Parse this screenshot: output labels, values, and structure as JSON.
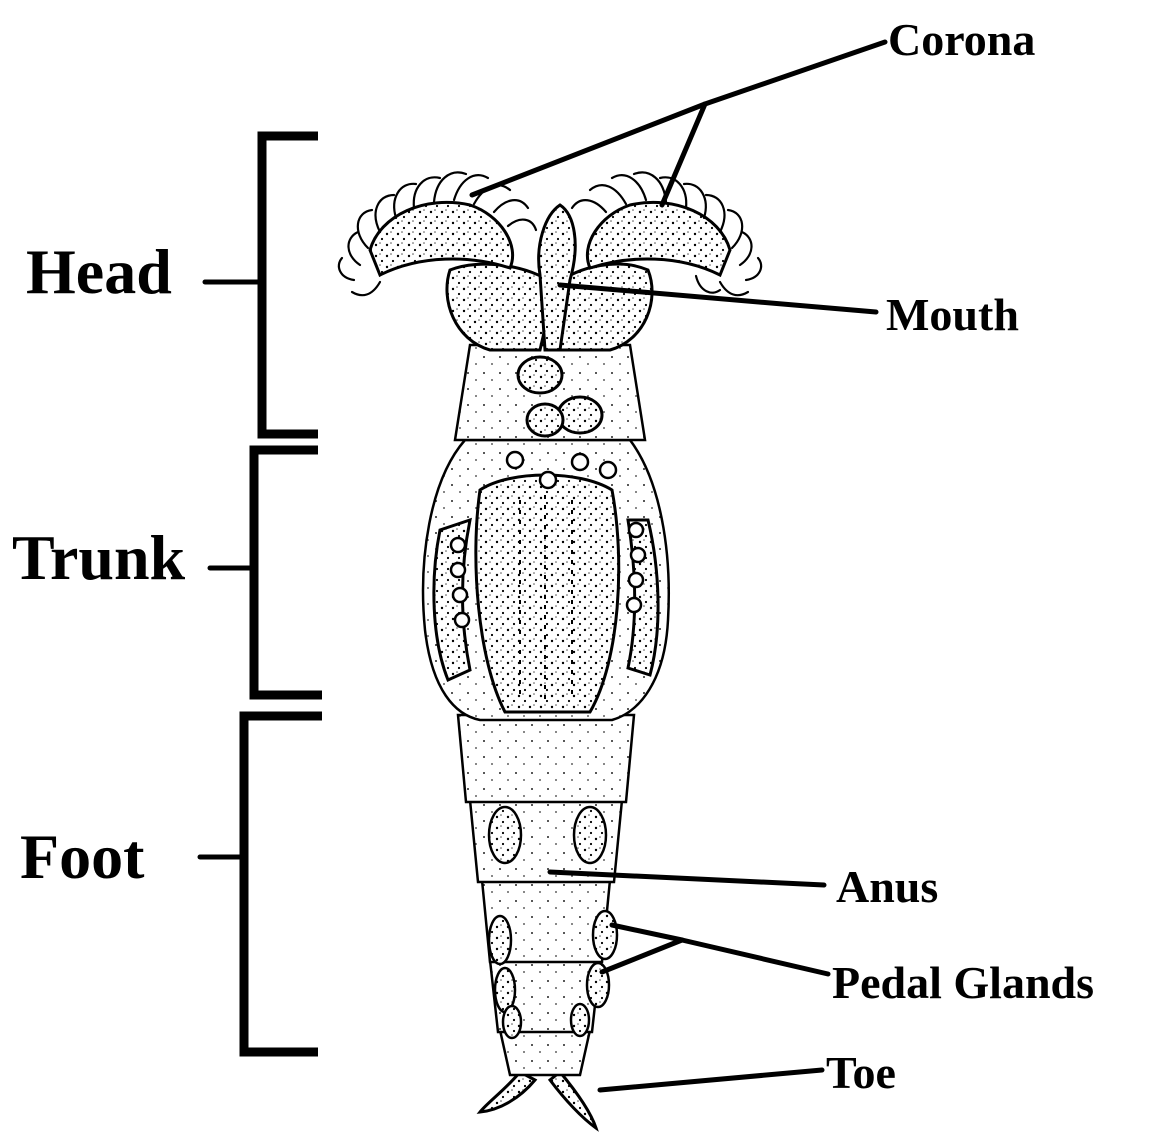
{
  "regions": {
    "head": "Head",
    "trunk": "Trunk",
    "foot": "Foot"
  },
  "parts": {
    "corona": "Corona",
    "mouth": "Mouth",
    "anus": "Anus",
    "pedal_glands": "Pedal Glands",
    "toe": "Toe"
  }
}
